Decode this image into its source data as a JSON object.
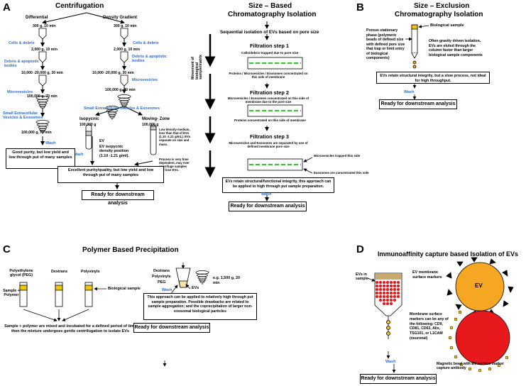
{
  "panelA": {
    "letter": "A",
    "title": "Centrifugation",
    "differential": "Differential",
    "density_gradient": "Density Gradient",
    "diff_steps": [
      "300 g, 10 min",
      "2,000 g, 10 min",
      "10,000 -20,000 g, 30 min",
      "100,000 g, 70 min",
      "100,000 g, 70 min"
    ],
    "diff_labels": [
      "Cells & debris",
      "Debris & apoptotic bodies",
      "Microvesicles",
      "Small Extracellular Vesicles & Exosomes",
      "Wash"
    ],
    "dens_steps": [
      "300 g, 10 min",
      "2,000 g, 10 min",
      "10,000 -20,000 g, 30 min",
      "100,000 g, 70 min"
    ],
    "dens_labels": [
      "Cells & debris",
      "Debris & apoptotic bodies",
      "Microvesicles",
      "Small Extracellular Vesicles & Exosomes"
    ],
    "isopycnic": "Isopycnic",
    "moving_zone": "Moving- Zone",
    "iso_g": "100,000 g",
    "mz_g": "100,000 g",
    "ev": "EV",
    "iso_pos": "EV isopycnic density position (1.10 -1.21 g/ml).",
    "low_density": "Low density medium, less than that of EVs (1.10 -1.21 g/mL). EVs separate on size and mass.",
    "process_note": "Process is very time dependent, may over centrifuge samples and lose EVs.",
    "wash2": "Wash",
    "box1": "Good purity, but low yield and low through put of many samples",
    "box2": "Excellent purity/quality, but low yield and low through put of many samples",
    "ready": "Ready for downstream analysis"
  },
  "panelSB": {
    "title1": "Size – Based",
    "title2": "Chromatography Isolation",
    "seq": "Sequential isolation of EVs based on pore size",
    "side_label": "Movement of biological sample/matrix",
    "f1": "Filtration step 1",
    "f1_top": "Cells/debris trapped due to pore size",
    "f1_bot": "Proteins / Microvesicles / Exosomes concentrated on this side of membrane",
    "f2": "Filtration step 2",
    "f2_top": "Microvesicles / Exosomes concentrated on this side of membrane due to the pore size",
    "f2_bot": "Proteins concentrated on this side of membrane",
    "f3": "Filtration step 3",
    "f3_top": "Microvesicles and Exosomes are separated by use of defined membrane pore size",
    "f3_r1": "Microvesicles trapped this side",
    "f3_r2": "Exosomes are concentrated this side",
    "box": "EVs retain structural/functional integrity, this approach can be applied to high through put sample preparation.",
    "wash": "Wash",
    "ready": "Ready for downstream analysis"
  },
  "panelB": {
    "letter": "B",
    "title1": "Size – Exclusion",
    "title2": "Chromatography Isolation",
    "bio": "Biological sample",
    "porous": "Porous stationary phase (polymeric beads of defined size with defined pore size that trap or limit entry of biological components)",
    "gravity": "Often gravity driven isolation, EVs are eluted through the column faster than larger biological sample components",
    "box": "EVs retain structural integrity, but a slow process, not ideal for high throughput.",
    "wash": "Wash",
    "ready": "Ready for downstream analysis"
  },
  "panelC": {
    "letter": "C",
    "title": "Polymer Based Precipitation",
    "peg": "Polyethylene glycol (PEG)",
    "dextrans": "Dextrans",
    "polyvinyls": "Polyvinyls",
    "sample_polymer": "Sample + Polymer",
    "bio": "Biological sample",
    "mix": "Sample + polymer are mixed and incubated for a defined period of time then the mixture undergoes gentle centrifugation to isolate EVs",
    "list": [
      "Dextrans",
      "Polyvinyls",
      "PEG"
    ],
    "evs": "EVs",
    "eg": "e.g. 1,500 g, 20 min",
    "wash": "Wash",
    "box": "This approach can be applied to relatively high through put sample preparation. Possible drawbacks are related to sample aggregation; and the coprecipitation of larger non-exosomal biological particles",
    "ready": "Ready for downstream analysis"
  },
  "panelD": {
    "letter": "D",
    "title": "Immunoaffinity capture based Isolation of EVs",
    "evs_in": "EVs in sample",
    "ev": "EV",
    "markers": "EV membrane surface markers",
    "any": "Membrane surface markers can be any of the following: CD9, CD81, CD63, Alix, TSG101, or L1CAM (neuronal)",
    "bead": "Magnetic bead with EV surface marker capture antibody",
    "wash": "Wash",
    "ready": "Ready for downstream analysis"
  },
  "colors": {
    "blue": "#2d6fc9",
    "green": "#3dbf3d",
    "orange": "#f5a623",
    "red": "#e8191c",
    "yellow": "#f2c40c"
  }
}
